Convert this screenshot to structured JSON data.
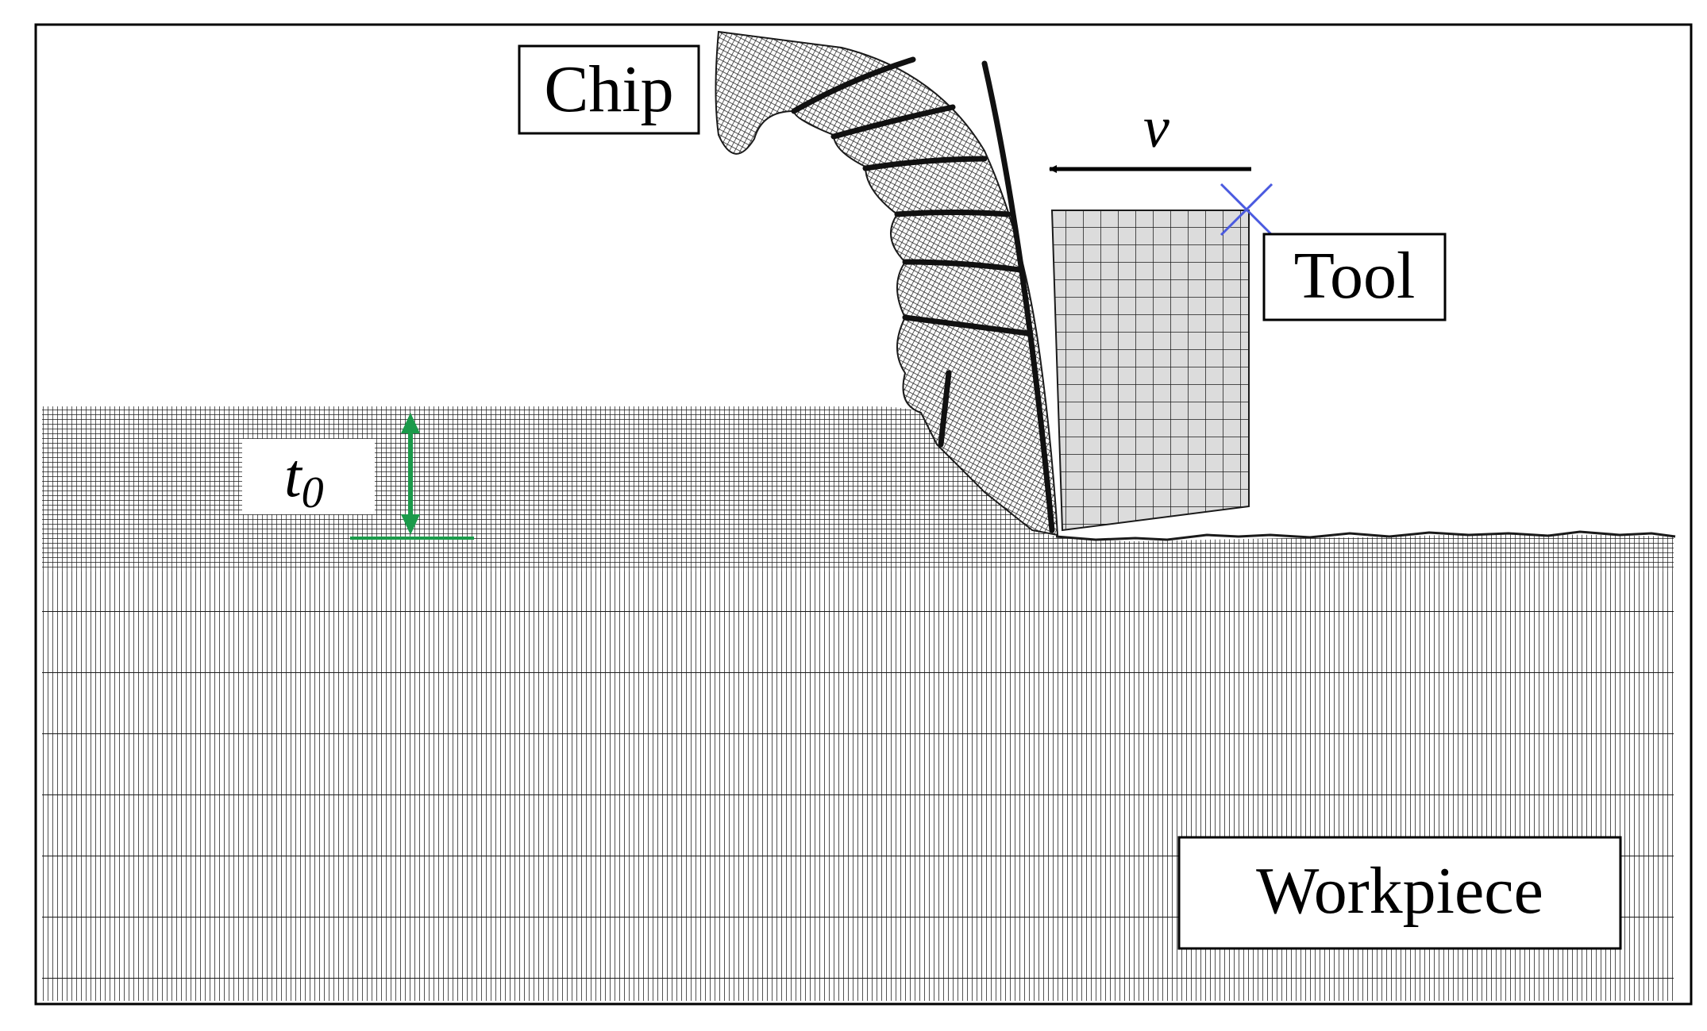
{
  "labels": {
    "chip": "Chip",
    "tool": "Tool",
    "workpiece": "Workpiece",
    "velocity": "v",
    "thickness_symbol": "t",
    "thickness_subscript": "0"
  },
  "colors": {
    "background": "#ffffff",
    "frame": "#000000",
    "mesh": "#1a1a1a",
    "tool_fill": "#dcdcdc",
    "dimension": "#1a9a4a",
    "reference_point": "#4a5ae0"
  },
  "icons": {
    "reference_point": "x-cross-icon",
    "velocity_arrow": "arrow-left-icon",
    "dimension_arrow": "double-arrow-vertical-icon"
  }
}
